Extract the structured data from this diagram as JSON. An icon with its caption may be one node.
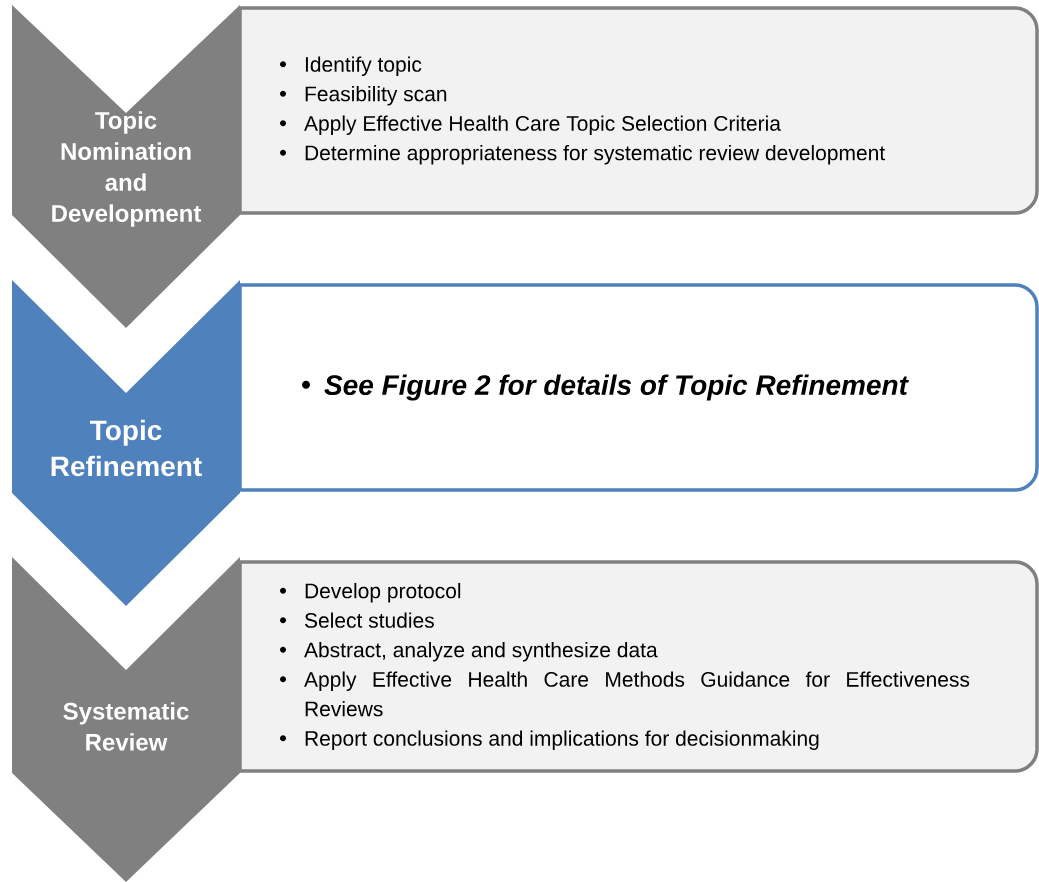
{
  "diagram": {
    "nodes": [
      {
        "text": [
          "Topic Nomination and Development"
        ]
      },
      {
        "text": [
          "Identify topic",
          "Feasibility scan",
          "Apply Effective Health Care Topic Selection Criteria",
          "Determine appropriateness for systematic review development"
        ]
      },
      {
        "text": [
          "Topic Refinement"
        ]
      },
      {
        "text": [
          "See Figure 2 for details of Topic Refinement"
        ]
      },
      {
        "text": [
          "Systematic Review"
        ]
      },
      {
        "text": [
          "Develop protocol",
          "Select studies",
          "Abstract, analyze and synthesize data",
          "Apply Effective Health Care Methods Guidance for Effectiveness Reviews",
          "Report conclusions and implications for decisionmaking"
        ]
      }
    ]
  }
}
